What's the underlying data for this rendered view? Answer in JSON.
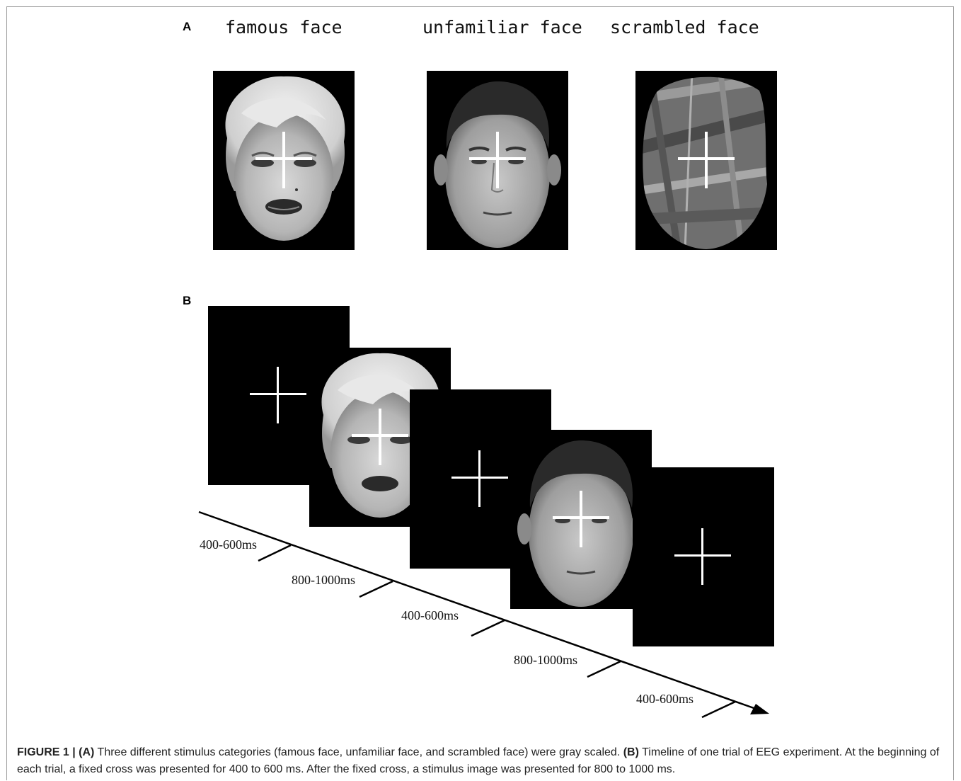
{
  "panel_a": {
    "letter": "A",
    "labels": [
      "famous face",
      "unfamiliar face",
      "scrambled face"
    ]
  },
  "panel_b": {
    "letter": "B",
    "durations": [
      "400-600ms",
      "800-1000ms",
      "400-600ms",
      "800-1000ms",
      "400-600ms"
    ]
  },
  "caption": {
    "figure_label": "FIGURE 1 |",
    "a_label": "(A)",
    "a_text": " Three different stimulus categories (famous face, unfamiliar face, and scrambled face) were gray scaled. ",
    "b_label": "(B)",
    "b_text": " Timeline of one trial of EEG experiment. At the beginning of each trial, a fixed cross was presented for 400 to 600 ms. After the fixed cross, a stimulus image was presented for 800 to 1000 ms."
  },
  "colors": {
    "background": "#ffffff",
    "stimulus_bg": "#000000",
    "fixation_cross": "#ffffff",
    "frame_border": "#9a9a9a"
  }
}
